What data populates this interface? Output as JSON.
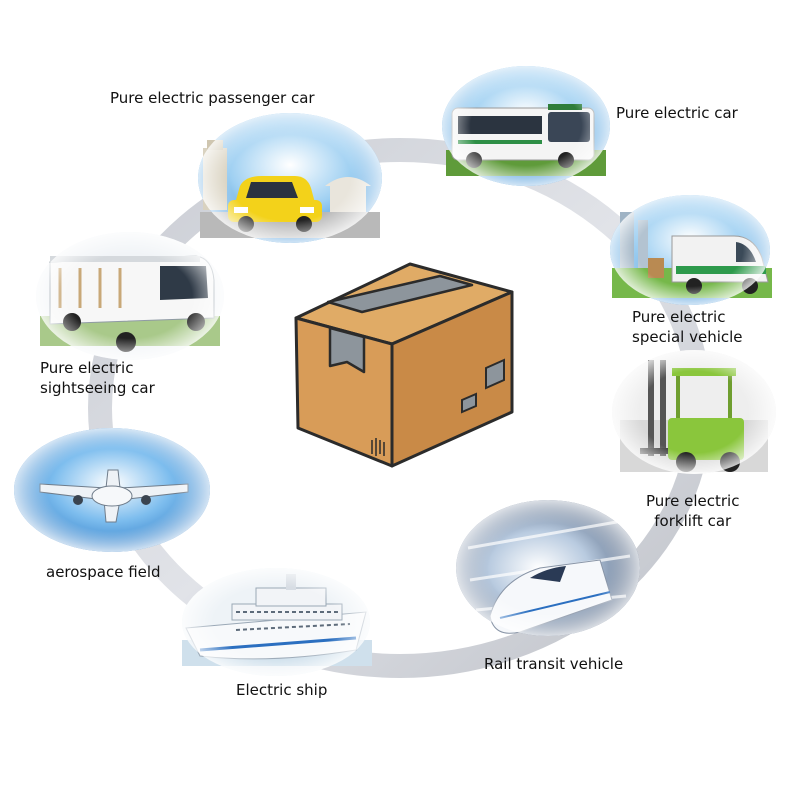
{
  "diagram": {
    "center_icon": "cardboard-box-icon",
    "items": [
      {
        "id": "passenger-car",
        "lines": [
          "Pure electric passenger car"
        ],
        "icon": "yellow-electric-car-icon"
      },
      {
        "id": "electric-car",
        "lines": [
          "Pure electric car"
        ],
        "icon": "electric-bus-icon"
      },
      {
        "id": "special-vehicle",
        "lines": [
          "Pure electric",
          "special vehicle"
        ],
        "icon": "delivery-van-icon"
      },
      {
        "id": "forklift",
        "lines": [
          "Pure electric",
          "forklift car"
        ],
        "icon": "forklift-icon"
      },
      {
        "id": "rail",
        "lines": [
          "Rail transit vehicle"
        ],
        "icon": "bullet-train-icon"
      },
      {
        "id": "ship",
        "lines": [
          "Electric ship"
        ],
        "icon": "ship-icon"
      },
      {
        "id": "aerospace",
        "lines": [
          "aerospace field"
        ],
        "icon": "airplane-icon"
      },
      {
        "id": "sightseeing",
        "lines": [
          "Pure electric",
          "sightseeing car"
        ],
        "icon": "sightseeing-cart-icon"
      }
    ]
  }
}
